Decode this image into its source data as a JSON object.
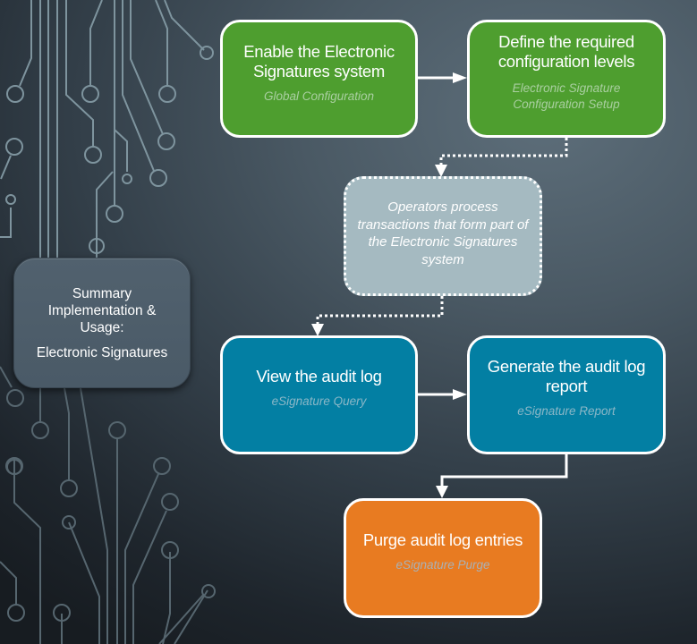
{
  "summary": {
    "heading_lines": [
      "Summary",
      "Implementation &",
      "Usage:"
    ],
    "topic": "Electronic Signatures"
  },
  "steps": [
    {
      "id": "enable",
      "title": "Enable the Electronic Signatures system",
      "program": "Global Configuration",
      "style": "green"
    },
    {
      "id": "define",
      "title": "Define the required configuration levels",
      "program": "Electronic Signature Configuration Setup",
      "style": "green"
    },
    {
      "id": "operators",
      "title": "Operators process transactions that form part of the Electronic Signatures system",
      "program": "",
      "style": "gray-dotted"
    },
    {
      "id": "view",
      "title": "View the audit log",
      "program": "eSignature Query",
      "style": "blue"
    },
    {
      "id": "generate",
      "title": "Generate the audit log report",
      "program": "eSignature Report",
      "style": "blue"
    },
    {
      "id": "purge",
      "title": "Purge audit log entries",
      "program": "eSignature Purge",
      "style": "orange"
    }
  ],
  "connections": [
    {
      "from": "enable",
      "to": "define",
      "line": "solid"
    },
    {
      "from": "define",
      "to": "operators",
      "line": "dotted"
    },
    {
      "from": "operators",
      "to": "view",
      "line": "dotted"
    },
    {
      "from": "view",
      "to": "generate",
      "line": "solid"
    },
    {
      "from": "generate",
      "to": "purge",
      "line": "solid"
    }
  ],
  "colors": {
    "green": "#4e9e2f",
    "blue": "#037fa3",
    "orange": "#e87b21",
    "gray": "#a5bac1",
    "summary": "#4d5d6a",
    "circuit": "#7f959f"
  }
}
